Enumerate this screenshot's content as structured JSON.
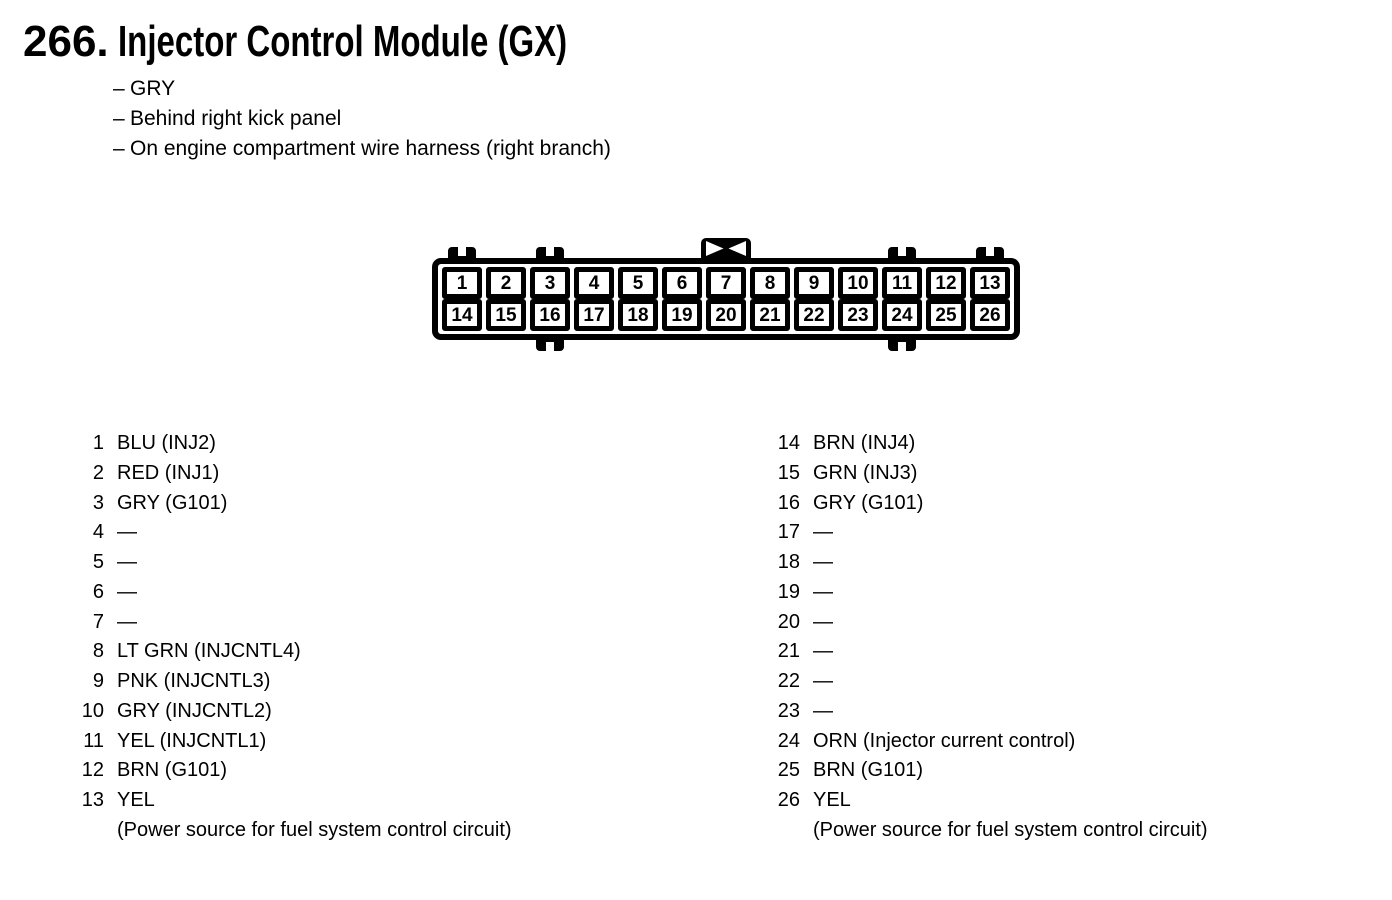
{
  "page": {
    "number": "266.",
    "title": "Injector Control Module (GX)",
    "bullet_dash": "–",
    "bullets": [
      "GRY",
      "Behind right kick panel",
      "On engine compartment wire harness (right branch)"
    ]
  },
  "colors": {
    "ink": "#000000",
    "paper": "#ffffff"
  },
  "connector": {
    "top_row": [
      "1",
      "2",
      "3",
      "4",
      "5",
      "6",
      "7",
      "8",
      "9",
      "10",
      "11",
      "12",
      "13"
    ],
    "bottom_row": [
      "14",
      "15",
      "16",
      "17",
      "18",
      "19",
      "20",
      "21",
      "22",
      "23",
      "24",
      "25",
      "26"
    ],
    "keying_icon": "crossed-box-icon",
    "alignment_tabs_top_pins": [
      "1",
      "3",
      "11",
      "13"
    ],
    "alignment_tabs_bottom_pins": [
      "16",
      "24"
    ]
  },
  "pins": {
    "left": [
      {
        "num": "1",
        "label": "BLU (INJ2)"
      },
      {
        "num": "2",
        "label": "RED (INJ1)"
      },
      {
        "num": "3",
        "label": "GRY (G101)"
      },
      {
        "num": "4",
        "label": "—"
      },
      {
        "num": "5",
        "label": "—"
      },
      {
        "num": "6",
        "label": "—"
      },
      {
        "num": "7",
        "label": "—"
      },
      {
        "num": "8",
        "label": "LT GRN (INJCNTL4)"
      },
      {
        "num": "9",
        "label": "PNK (INJCNTL3)"
      },
      {
        "num": "10",
        "label": "GRY (INJCNTL2)"
      },
      {
        "num": "11",
        "label": "YEL (INJCNTL1)"
      },
      {
        "num": "12",
        "label": "BRN (G101)"
      },
      {
        "num": "13",
        "label": "YEL",
        "note": "(Power source for fuel system control circuit)"
      }
    ],
    "right": [
      {
        "num": "14",
        "label": "BRN (INJ4)"
      },
      {
        "num": "15",
        "label": "GRN (INJ3)"
      },
      {
        "num": "16",
        "label": "GRY (G101)"
      },
      {
        "num": "17",
        "label": "—"
      },
      {
        "num": "18",
        "label": "—"
      },
      {
        "num": "19",
        "label": "—"
      },
      {
        "num": "20",
        "label": "—"
      },
      {
        "num": "21",
        "label": "—"
      },
      {
        "num": "22",
        "label": "—"
      },
      {
        "num": "23",
        "label": "—"
      },
      {
        "num": "24",
        "label": "ORN (Injector current control)"
      },
      {
        "num": "25",
        "label": "BRN (G101)"
      },
      {
        "num": "26",
        "label": "YEL",
        "note": "(Power source for fuel system control circuit)"
      }
    ]
  }
}
